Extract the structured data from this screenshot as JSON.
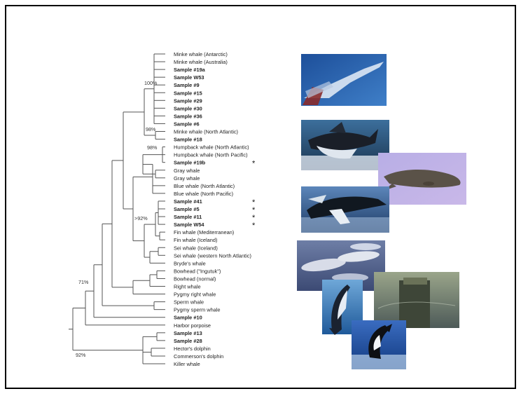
{
  "tree": {
    "taxa": [
      {
        "id": "minke_ant",
        "label": "Minke whale (Antarctic)",
        "bold": false
      },
      {
        "id": "minke_aus",
        "label": "Minke whale (Australia)",
        "bold": false
      },
      {
        "id": "s19a",
        "label": "Sample #19a",
        "bold": true
      },
      {
        "id": "sw53",
        "label": "Sample W53",
        "bold": true
      },
      {
        "id": "s9",
        "label": "Sample #9",
        "bold": true
      },
      {
        "id": "s15",
        "label": "Sample #15",
        "bold": true
      },
      {
        "id": "s29",
        "label": "Sample #29",
        "bold": true
      },
      {
        "id": "s30",
        "label": "Sample #30",
        "bold": true
      },
      {
        "id": "s36",
        "label": "Sample #36",
        "bold": true
      },
      {
        "id": "s6",
        "label": "Sample #6",
        "bold": true
      },
      {
        "id": "minke_na",
        "label": "Minke whale (North Atlantic)",
        "bold": false
      },
      {
        "id": "s18",
        "label": "Sample #18",
        "bold": true
      },
      {
        "id": "hb_na",
        "label": "Humpback whale (North Atlantic)",
        "bold": false
      },
      {
        "id": "hb_np",
        "label": "Humpback whale (North Pacific)",
        "bold": false
      },
      {
        "id": "s19b",
        "label": "Sample #19b",
        "bold": true,
        "marker": "*"
      },
      {
        "id": "gray1",
        "label": "Gray whale",
        "bold": false
      },
      {
        "id": "gray2",
        "label": "Gray whale",
        "bold": false
      },
      {
        "id": "blue_na",
        "label": "Blue whale (North Atlantic)",
        "bold": false
      },
      {
        "id": "blue_np",
        "label": "Blue whale (North Pacific)",
        "bold": false
      },
      {
        "id": "s41",
        "label": "Sample #41",
        "bold": true,
        "marker": "*"
      },
      {
        "id": "s5",
        "label": "Sample #5",
        "bold": true,
        "marker": "*"
      },
      {
        "id": "s11",
        "label": "Sample #11",
        "bold": true,
        "marker": "*"
      },
      {
        "id": "sw54",
        "label": "Sample W54",
        "bold": true,
        "marker": "*"
      },
      {
        "id": "fin_med",
        "label": "Fin whale (Mediterranean)",
        "bold": false
      },
      {
        "id": "fin_ice",
        "label": "Fin whale (Iceland)",
        "bold": false
      },
      {
        "id": "sei_ice",
        "label": "Sei whale (Iceland)",
        "bold": false
      },
      {
        "id": "sei_wna",
        "label": "Sei whale (western North Atlantic)",
        "bold": false
      },
      {
        "id": "brydes",
        "label": "Bryde's whale",
        "bold": false
      },
      {
        "id": "bow_ing",
        "label": "Bowhead (\"Ingutuk\")",
        "bold": false
      },
      {
        "id": "bow_norm",
        "label": "Bowhead (normal)",
        "bold": false
      },
      {
        "id": "right",
        "label": "Right whale",
        "bold": false
      },
      {
        "id": "pygmy_right",
        "label": "Pygmy right whale",
        "bold": false
      },
      {
        "id": "sperm",
        "label": "Sperm whale",
        "bold": false
      },
      {
        "id": "pygmy_sperm",
        "label": "Pygmy sperm whale",
        "bold": false
      },
      {
        "id": "s10",
        "label": "Sample #10",
        "bold": true
      },
      {
        "id": "harbor",
        "label": "Harbor porpoise",
        "bold": false
      },
      {
        "id": "s13",
        "label": "Sample #13",
        "bold": true
      },
      {
        "id": "s28",
        "label": "Sample #28",
        "bold": true
      },
      {
        "id": "hectors",
        "label": "Hector's dolphin",
        "bold": false
      },
      {
        "id": "commersons",
        "label": "Commerson's dolphin",
        "bold": false
      },
      {
        "id": "killer",
        "label": "Killer whale",
        "bold": false
      }
    ],
    "bootstrap": [
      {
        "id": "b100",
        "label": "100%"
      },
      {
        "id": "b98a",
        "label": "98%"
      },
      {
        "id": "b98b",
        "label": "98%"
      },
      {
        "id": "b92a",
        "label": ">92%"
      },
      {
        "id": "b71",
        "label": "71%"
      },
      {
        "id": "b92b",
        "label": "92%"
      }
    ]
  },
  "photos": [
    {
      "id": "minke",
      "icon": "minke-whale-photo"
    },
    {
      "id": "humpback_breach",
      "icon": "humpback-breach-photo"
    },
    {
      "id": "gray",
      "icon": "gray-whale-photo"
    },
    {
      "id": "humpback_surface",
      "icon": "humpback-surface-photo"
    },
    {
      "id": "beluga_group",
      "icon": "whale-group-photo"
    },
    {
      "id": "dolphin",
      "icon": "dolphin-photo"
    },
    {
      "id": "sperm",
      "icon": "sperm-whale-photo"
    },
    {
      "id": "orca",
      "icon": "orca-photo"
    }
  ],
  "colors": {
    "border": "#000000",
    "line": "#555555",
    "text": "#222222"
  }
}
